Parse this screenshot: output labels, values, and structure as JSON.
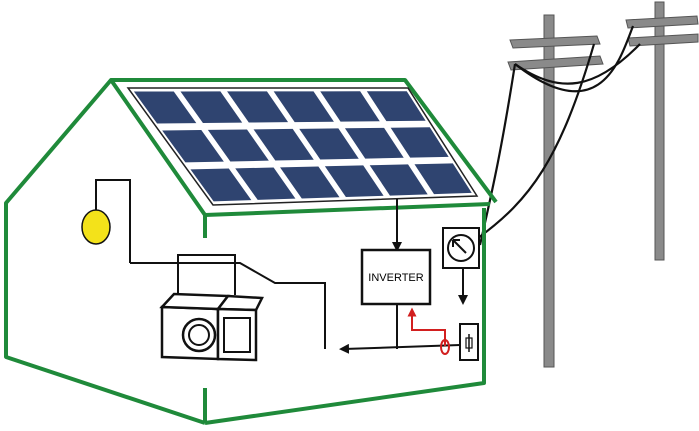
{
  "inverter": {
    "label": "INVERTER"
  },
  "colors": {
    "house_outline": "#1f8a3a",
    "panel_cell": "#2f4470",
    "panel_frame": "#ffffff",
    "pole": "#8a8a8a",
    "wire": "#111111",
    "feedback_wire": "#d21f1f",
    "bulb": "#f3e21a"
  },
  "icons": [
    "solar-panel",
    "light-bulb",
    "washer-dryer",
    "inverter-box",
    "electric-meter",
    "fuse-box",
    "utility-pole"
  ]
}
